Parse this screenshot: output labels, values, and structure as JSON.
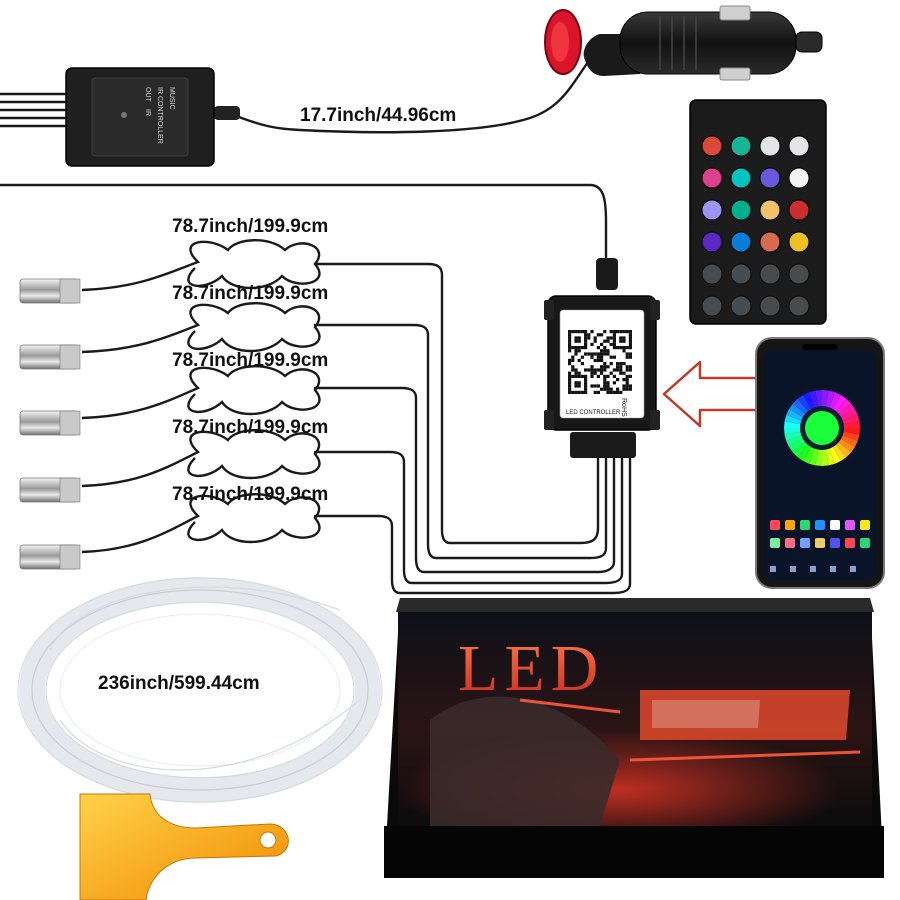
{
  "labels": {
    "adapter_cable": "17.7inch/44.96cm",
    "strand_1": "78.7inch/199.9cm",
    "strand_2": "78.7inch/199.9cm",
    "strand_3": "78.7inch/199.9cm",
    "strand_4": "78.7inch/199.9cm",
    "strand_5": "78.7inch/199.9cm",
    "fiber_roll": "236inch/599.44cm"
  },
  "box": {
    "title": "LED"
  },
  "ir_controller": {
    "brand": "MUSIC",
    "title": "IR CONTROLLER",
    "out": "OUT",
    "ir": "IR"
  },
  "bt_module": {
    "mark": "RoHS",
    "footer": "LED CONTROLLER"
  },
  "colors": {
    "background": "#ffffff",
    "cable": "#1a1a1a",
    "box_led_text": "#e8442a",
    "scraper": "#f7a21c",
    "arrow": "#c0392b"
  },
  "remote": {
    "buttons": [
      "#e74c3c",
      "#1abc9c",
      "#ecf0f1",
      "#ecf0f1",
      "#e84393",
      "#00cec9",
      "#6c5ce7",
      "#ffffff",
      "#a29bfe",
      "#00b894",
      "#fdcb6e",
      "#d63031",
      "#5f27cd",
      "#0984e3",
      "#e17055",
      "#f9ca24",
      "#636e72",
      "#636e72",
      "#636e72",
      "#636e72",
      "#636e72",
      "#636e72",
      "#636e72",
      "#636e72"
    ]
  },
  "phone": {
    "swatches": [
      "#ff4757",
      "#ffa502",
      "#2ed573",
      "#1e90ff",
      "#ffffff",
      "#e056fd",
      "#f8e71c",
      "#7bed9f",
      "#ff6b81",
      "#70a1ff",
      "#eccc68",
      "#5352ed",
      "#ff4757",
      "#2ed573"
    ]
  }
}
